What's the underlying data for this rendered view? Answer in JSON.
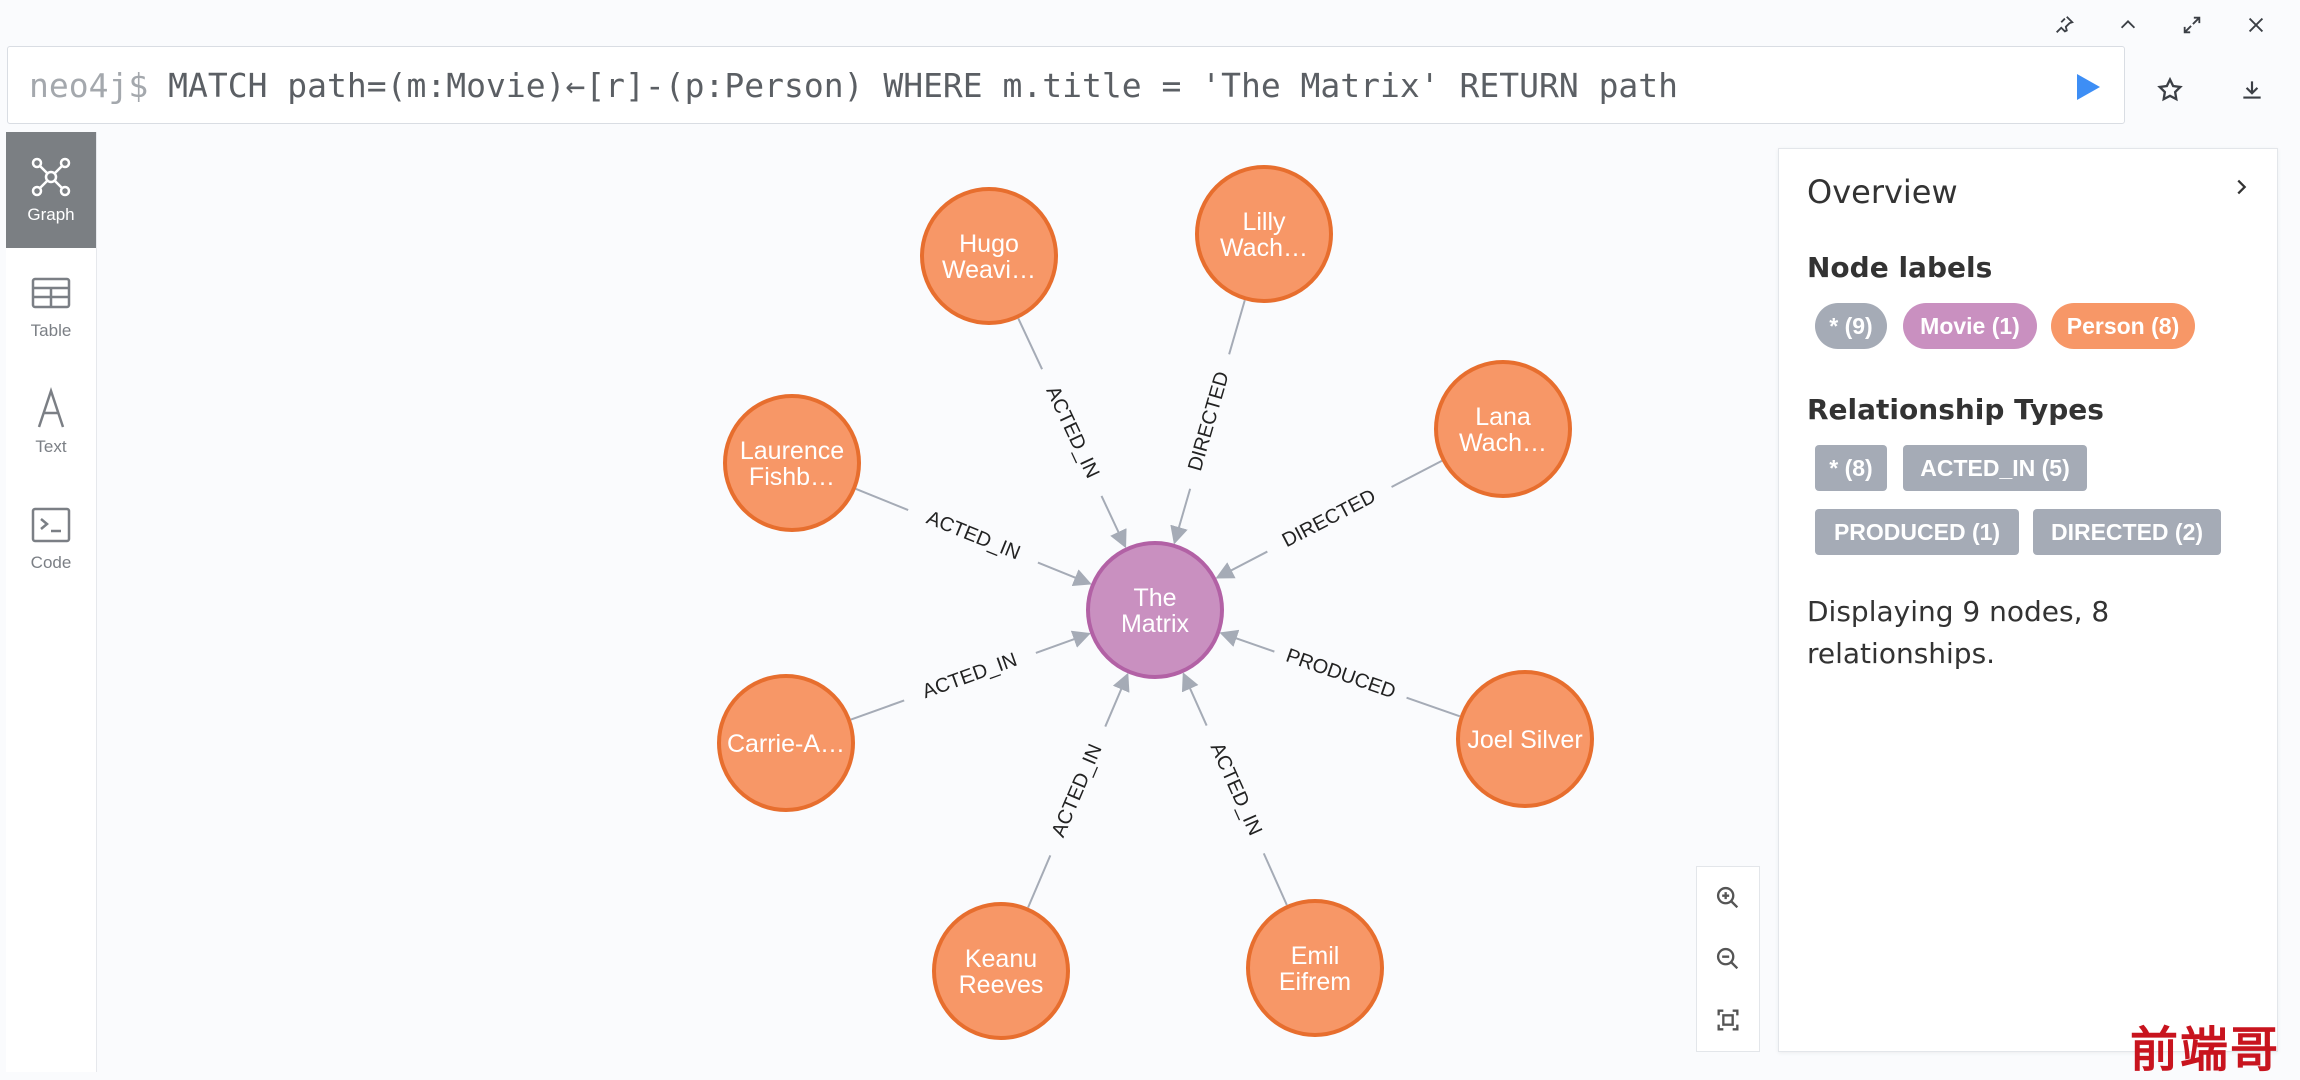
{
  "window_controls": [
    {
      "name": "pin-icon"
    },
    {
      "name": "collapse-icon"
    },
    {
      "name": "fullscreen-icon"
    },
    {
      "name": "close-icon"
    }
  ],
  "query": {
    "prompt": "neo4j$",
    "text": "MATCH path=(m:Movie)←[r]-(p:Person) WHERE m.title = 'The Matrix' RETURN path"
  },
  "view_tabs": [
    {
      "label": "Graph",
      "icon": "graph-icon",
      "active": true
    },
    {
      "label": "Table",
      "icon": "table-icon",
      "active": false
    },
    {
      "label": "Text",
      "icon": "text-icon",
      "active": false
    },
    {
      "label": "Code",
      "icon": "code-icon",
      "active": false
    }
  ],
  "graph": {
    "center": {
      "label": "The\nMatrix",
      "color": "#c990c0",
      "stroke": "#b261a5"
    },
    "person_color": "#f79767",
    "person_stroke": "#e76e2e",
    "nodes": [
      {
        "label": "Hugo\nWeavi…",
        "rel": "ACTED_IN"
      },
      {
        "label": "Lilly\nWach…",
        "rel": "DIRECTED"
      },
      {
        "label": "Lana\nWach…",
        "rel": "DIRECTED"
      },
      {
        "label": "Joel Silver",
        "rel": "PRODUCED"
      },
      {
        "label": "Emil\nEifrem",
        "rel": "ACTED_IN"
      },
      {
        "label": "Keanu\nReeves",
        "rel": "ACTED_IN"
      },
      {
        "label": "Carrie-A…",
        "rel": "ACTED_IN"
      },
      {
        "label": "Laurence\nFishb…",
        "rel": "ACTED_IN"
      }
    ]
  },
  "zoom": [
    {
      "name": "zoom-in-icon"
    },
    {
      "name": "zoom-out-icon"
    },
    {
      "name": "fit-icon"
    }
  ],
  "overview": {
    "title": "Overview",
    "node_labels_heading": "Node labels",
    "node_labels": [
      {
        "label": "* (9)",
        "color": "#a5abb6"
      },
      {
        "label": "Movie (1)",
        "color": "#c990c0"
      },
      {
        "label": "Person (8)",
        "color": "#f79767"
      }
    ],
    "rel_types_heading": "Relationship Types",
    "rel_types": [
      "* (8)",
      "ACTED_IN (5)",
      "PRODUCED (1)",
      "DIRECTED (2)"
    ],
    "summary": "Displaying 9 nodes, 8 relationships."
  },
  "watermark": "前端哥"
}
